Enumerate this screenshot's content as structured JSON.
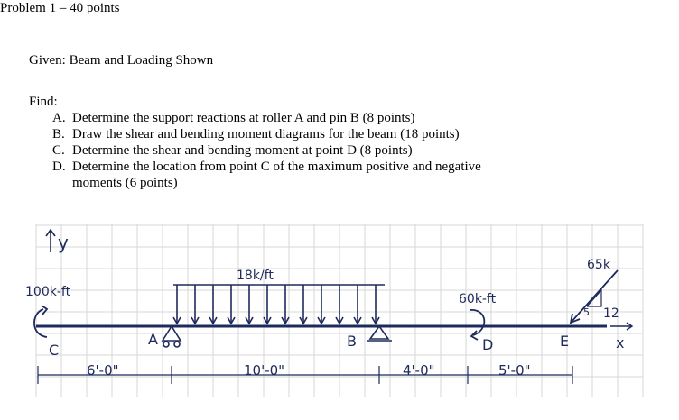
{
  "problem": {
    "title": "Problem 1 – 40 points"
  },
  "given": "Given: Beam and Loading Shown",
  "find": {
    "heading": "Find:",
    "items": [
      {
        "label": "A.",
        "text": "Determine the support reactions at roller A and pin B (8 points)"
      },
      {
        "label": "B.",
        "text": "Draw the shear and bending moment diagrams for the beam (18 points)"
      },
      {
        "label": "C.",
        "text": "Determine the shear and bending moment at point D (8 points)"
      },
      {
        "label": "D.",
        "text": "Determine the location from point C of the maximum positive and negative"
      }
    ],
    "item_d_cont": "moments (6 points)"
  },
  "sketch": {
    "axis_label": "y",
    "axis_x_label": "x",
    "moment_c": "100k-ft",
    "dist_load": "18k/ft",
    "moment_d": "60k-ft",
    "force_e": "65k",
    "slope_12": "12",
    "slope_5": "5",
    "points": {
      "c": "C",
      "a": "A",
      "b": "B",
      "d": "D",
      "e": "E"
    },
    "dims": {
      "ca": "6'-0\"",
      "ab": "10'-0\"",
      "bd": "4'-0\"",
      "de": "5'-0\""
    },
    "ink_color": "#1f2a5c",
    "grid_color": "#d7d7d7"
  }
}
